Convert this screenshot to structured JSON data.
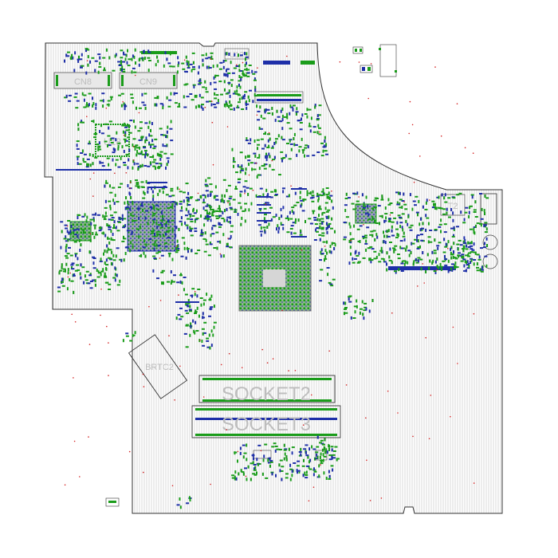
{
  "board": {
    "labels": {
      "cn8": "CN8",
      "cn9": "CN9",
      "u12": "U12",
      "u18": "U18",
      "t2": "T2",
      "brtc2": "BRTC2",
      "socket2": "SOCKET2",
      "socket3": "SOCKET3"
    },
    "colors": {
      "outline": "#333333",
      "hatch": "#c8c8c8",
      "pad_green": "#1a9c1a",
      "pad_blue": "#1e2fa8",
      "silk_gray": "#bdbdbd",
      "dot_red": "#d42020"
    }
  }
}
